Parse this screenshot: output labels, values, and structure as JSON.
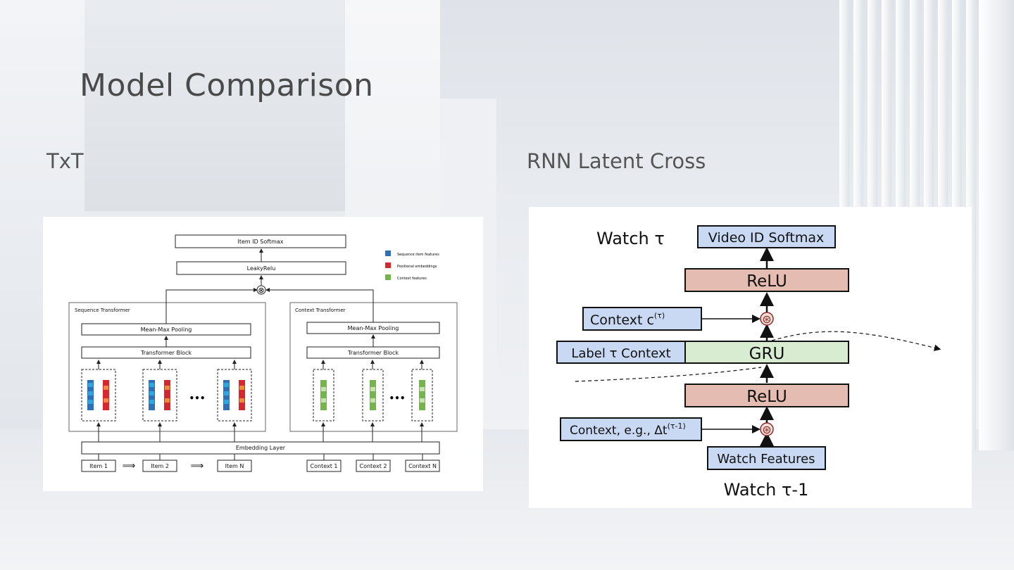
{
  "slide": {
    "title": "Model Comparison",
    "left_heading": "TxT",
    "right_heading": "RNN Latent Cross"
  },
  "txt": {
    "softmax": "Item ID Softmax",
    "leaky": "LeakyRelu",
    "legend": [
      "Sequence item features",
      "Positional embeddings",
      "Context features"
    ],
    "legend_colors": [
      "#2f6fb5",
      "#d6262e",
      "#73b54a"
    ],
    "seq_group": "Sequence Transformer",
    "ctx_group": "Context Transformer",
    "meanmax": "Mean-Max Pooling",
    "block": "Transformer Block",
    "embedding": "Embedding Layer",
    "items": [
      "Item 1",
      "Item 2",
      "Item N"
    ],
    "contexts": [
      "Context 1",
      "Context 2",
      "Context N"
    ],
    "ellipsis": "•••",
    "arrow": "⟹",
    "cross": "⊗"
  },
  "rnn": {
    "watch_top": "Watch τ",
    "softmax": "Video ID Softmax",
    "relu": "ReLU",
    "context_c": "Context c",
    "context_c_sup": "(τ)",
    "label_ctx": "Label τ Context",
    "gru": "GRU",
    "context_dt": "Context, e.g., Δt",
    "context_dt_sup": "(τ-1)",
    "features": "Watch Features",
    "watch_bottom": "Watch τ-1",
    "mult": "⊛"
  }
}
